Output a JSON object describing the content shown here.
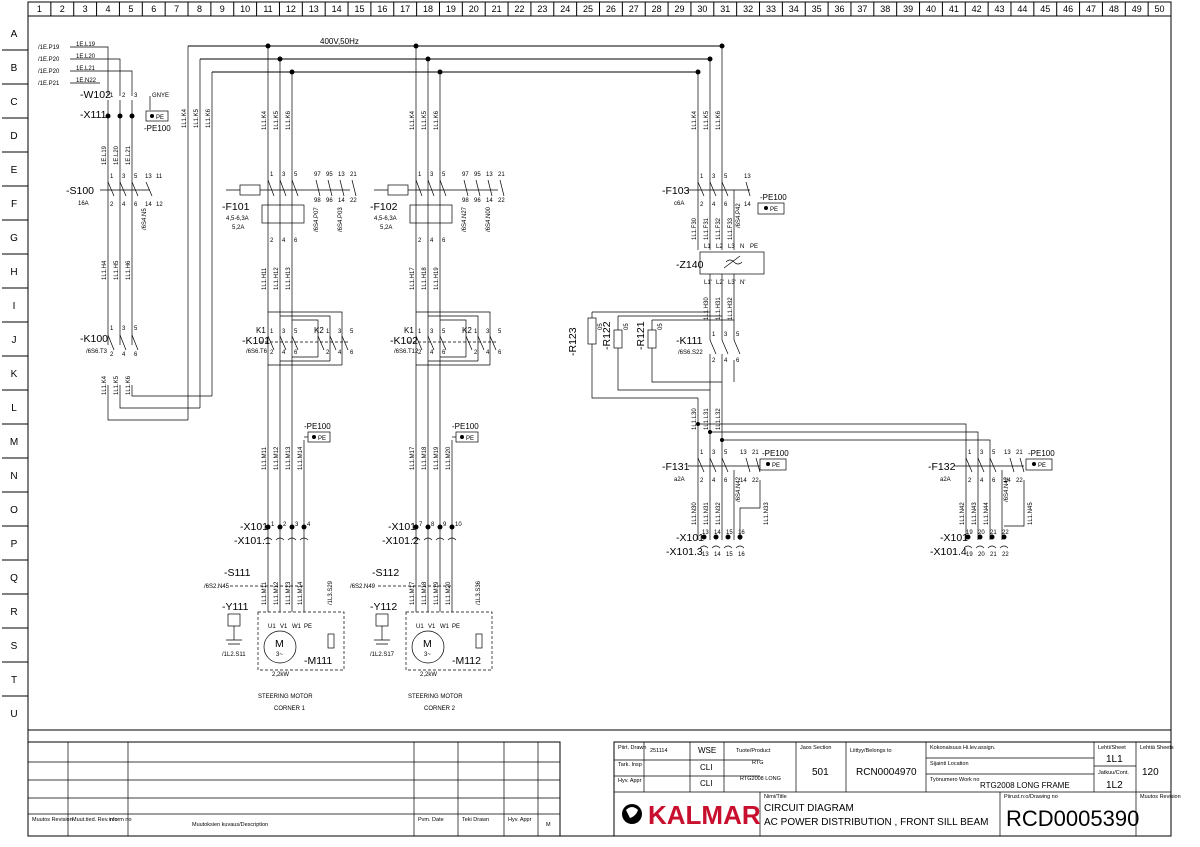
{
  "columns": [
    "1",
    "2",
    "3",
    "4",
    "5",
    "6",
    "7",
    "8",
    "9",
    "10",
    "11",
    "12",
    "13",
    "14",
    "15",
    "16",
    "17",
    "18",
    "19",
    "20",
    "21",
    "22",
    "23",
    "24",
    "25",
    "26",
    "27",
    "28",
    "29",
    "30",
    "31",
    "32",
    "33",
    "34",
    "35",
    "36",
    "37",
    "38",
    "39",
    "40",
    "41",
    "42",
    "43",
    "44",
    "45",
    "46",
    "47",
    "48",
    "49",
    "50"
  ],
  "rows": [
    "A",
    "B",
    "C",
    "D",
    "E",
    "F",
    "G",
    "H",
    "I",
    "J",
    "K",
    "L",
    "M",
    "N",
    "O",
    "P",
    "Q",
    "R",
    "S",
    "T",
    "U"
  ],
  "supply": {
    "voltage": "400V,50Hz",
    "refs": [
      "/1E.P19",
      "/1E.P20",
      "/1E.P20",
      "/1E.P21"
    ],
    "wires": [
      "1E.L19",
      "1E.L20",
      "1E.L21",
      "1E.N22"
    ],
    "w102": "-W102",
    "w102_cores": [
      "1",
      "2",
      "3"
    ],
    "w102_gnye": "GNYE",
    "x111": "-X111",
    "pe100": "-PE100",
    "pe": "PE",
    "col_wires": [
      "1E.L19",
      "1E.L20",
      "1E.L21"
    ],
    "bus_wires": [
      "1L1.K4",
      "1L1.K5",
      "1L1.K6"
    ]
  },
  "s100": {
    "tag": "-S100",
    "rating": "16A",
    "ref": "/6S4.N5",
    "top": [
      "1",
      "3",
      "5",
      "13"
    ],
    "bot": [
      "2",
      "4",
      "6",
      "14"
    ],
    "aux": [
      "11",
      "12"
    ],
    "wires": [
      "1L1.H4",
      "1L1.H5",
      "1L1.H6"
    ]
  },
  "k100": {
    "tag": "-K100",
    "ref": "/6S6.T3",
    "top": [
      "1",
      "3",
      "5"
    ],
    "bot": [
      "2",
      "4",
      "6"
    ],
    "wires": [
      "1L1.K4",
      "1L1.K5",
      "1L1.K6"
    ]
  },
  "corners": [
    {
      "f_tag": "-F101",
      "f_range": "4,5-6,3A",
      "f_set": "5,2A",
      "f_refs": [
        "/6S4.P07",
        "/6S4.P03"
      ],
      "f_top": [
        "1",
        "3",
        "5",
        "97",
        "95",
        "13",
        "21"
      ],
      "f_bot": [
        "2",
        "4",
        "6",
        "98",
        "96",
        "14",
        "22"
      ],
      "in_wires": [
        "1L1.K4",
        "1L1.K5",
        "1L1.K6"
      ],
      "mid_wires": [
        "1L1.H11",
        "1L1.H12",
        "1L1.H13"
      ],
      "k_tag": "-K101",
      "k_ref": "/6S6.T6",
      "k1": "K1",
      "k2": "K2",
      "k_pins": [
        "1",
        "3",
        "5",
        "1",
        "3",
        "5"
      ],
      "k_pins_b": [
        "2",
        "4",
        "6",
        "2",
        "4",
        "6"
      ],
      "pe_tag": "-PE100",
      "pe": "PE",
      "m_wires": [
        "1L1.M11",
        "1L1.M12",
        "1L1.M13",
        "1L1.M14"
      ],
      "x_tag": "-X101",
      "x_tag2": "-X101.1",
      "x_pins": [
        "1",
        "2",
        "3",
        "4"
      ],
      "s_tag": "-S111",
      "s_ref": "/6S2.N45",
      "s_wires": [
        "1L1.M11",
        "1L1.M12",
        "1L1.M13",
        "1L1.M14"
      ],
      "s_ref2": "/1L3.S29",
      "y_tag": "-Y111",
      "y_ref": "/1L2.S11",
      "motor_pins": [
        "U1",
        "V1",
        "W1",
        "PE"
      ],
      "motor_tag": "-M111",
      "motor_power": "2,2kW",
      "motor_m": "M",
      "motor_phase": "3~",
      "caption1": "STEERING MOTOR",
      "caption2": "CORNER 1"
    },
    {
      "f_tag": "-F102",
      "f_range": "4,5-6,3A",
      "f_set": "5,2A",
      "f_refs": [
        "/6S4.N27",
        "/6S4.N00"
      ],
      "f_top": [
        "1",
        "3",
        "5",
        "97",
        "95",
        "13",
        "21"
      ],
      "f_bot": [
        "2",
        "4",
        "6",
        "98",
        "96",
        "14",
        "22"
      ],
      "in_wires": [
        "1L1.K4",
        "1L1.K5",
        "1L1.K6"
      ],
      "mid_wires": [
        "1L1.H17",
        "1L1.H18",
        "1L1.H19"
      ],
      "k_tag": "-K102",
      "k_ref": "/6S6.T12",
      "k1": "K1",
      "k2": "K2",
      "k_pins": [
        "1",
        "3",
        "5",
        "1",
        "3",
        "5"
      ],
      "k_pins_b": [
        "2",
        "4",
        "6",
        "2",
        "4",
        "6"
      ],
      "pe_tag": "-PE100",
      "pe": "PE",
      "m_wires": [
        "1L1.M17",
        "1L1.M18",
        "1L1.M19",
        "1L1.M20"
      ],
      "x_tag": "-X101",
      "x_tag2": "-X101.2",
      "x_pins": [
        "7",
        "8",
        "9",
        "10"
      ],
      "s_tag": "-S112",
      "s_ref": "/6S2.N49",
      "s_wires": [
        "1L1.M17",
        "1L1.M18",
        "1L1.M19",
        "1L1.M20"
      ],
      "s_ref2": "/1L3.S36",
      "y_tag": "-Y112",
      "y_ref": "/1L2.S17",
      "motor_pins": [
        "U1",
        "V1",
        "W1",
        "PE"
      ],
      "motor_tag": "-M112",
      "motor_power": "2,2kW",
      "motor_m": "M",
      "motor_phase": "3~",
      "caption1": "STEERING MOTOR",
      "caption2": "CORNER 2"
    }
  ],
  "right": {
    "in_wires": [
      "1L1.K4",
      "1L1.K5",
      "1L1.K6"
    ],
    "f103": "-F103",
    "f103_rating": "c6A",
    "f103_ref": "/6S4.P42",
    "f103_top": [
      "1",
      "3",
      "5",
      "13"
    ],
    "f103_bot": [
      "2",
      "4",
      "6",
      "14"
    ],
    "f103_wires": [
      "1L1.F30",
      "1L1.F31",
      "1L1.F32",
      "1L1.F33"
    ],
    "pe100": "-PE100",
    "pe": "PE",
    "z140": "-Z140",
    "z140_in": [
      "L1",
      "L2",
      "L3",
      "N",
      "PE"
    ],
    "z140_out": [
      "L1'",
      "L2'",
      "L3'",
      "N'"
    ],
    "z_wires": [
      "1L1.H30",
      "1L1.H31",
      "1L1.H32"
    ],
    "r123": "-R123",
    "r122": "-R122",
    "r121": "-R121",
    "r_pins": [
      "05",
      "05",
      "05"
    ],
    "k111": "-K111",
    "k111_ref": "/6S6.S22",
    "k111_top": [
      "1",
      "3",
      "5"
    ],
    "k111_bot": [
      "2",
      "4",
      "6"
    ],
    "l_wires": [
      "1L1.L30",
      "1L1.L31",
      "1L1.L32"
    ],
    "f131": "-F131",
    "f131_rating": "a2A",
    "f131_ref": "/6S4.N42",
    "f131_top": [
      "1",
      "3",
      "5",
      "13",
      "21"
    ],
    "f131_bot": [
      "2",
      "4",
      "6",
      "14",
      "22"
    ],
    "n_wires_1": [
      "1L1.N30",
      "1L1.N31",
      "1L1.N32",
      "1L1.N33"
    ],
    "x101_a": "-X101",
    "x101_a2": "-X101.3",
    "x101_a_pins": [
      "13",
      "14",
      "15",
      "16"
    ],
    "x101_a_pins_b": [
      "13",
      "14",
      "15",
      "16"
    ],
    "f132": "-F132",
    "f132_rating": "a2A",
    "f132_ref": "/6S4.N42",
    "f132_top": [
      "1",
      "3",
      "5",
      "13",
      "21"
    ],
    "f132_bot": [
      "2",
      "4",
      "6",
      "14",
      "22"
    ],
    "n_wires_2": [
      "1L1.N42",
      "1L1.N43",
      "1L1.N44",
      "1L1.N45"
    ],
    "x101_b": "-X101",
    "x101_b2": "-X101.4",
    "x101_b_pins": [
      "19",
      "20",
      "21",
      "22"
    ],
    "x101_b_pins_b": [
      "19",
      "20",
      "21",
      "22"
    ]
  },
  "title_block": {
    "rev_headers": [
      "Muutos Revision",
      "Muut.tied. Rev.inform no",
      "n:o",
      "Muutoksien kuvaus/Description",
      "Pvm. Date",
      "Teki Drawn",
      "Hyv. Appr",
      "M"
    ],
    "pirt": "Piirt. Drawn",
    "pirt_date": "251114",
    "pirt_name": "WSE",
    "tark": "Tark. Insp",
    "tark_name": "CLI",
    "hyv": "Hyv. Appr",
    "hyv_name": "CLI",
    "tuote_label": "Tuote/Product",
    "tuote": "RTG",
    "tuote2": "RTG2008 LONG",
    "jaos_label": "Jaos Section",
    "jaos": "501",
    "liittyy_label": "Liittyy/Belongs to",
    "liittyy": "RCN0004970",
    "kokonais_label": "Kokonaisuus Hi.lev.assign.",
    "sijainti_label": "Sijainti Location",
    "tyonumero_label": "Työnumero Work no",
    "tyonumero": "RTG2008 LONG FRAME",
    "lehti_label": "Lehti/Sheet",
    "lehti": "1L1",
    "jatkuu_label": "Jatkuu/Cont.",
    "jatkuu": "1L2",
    "lehtia_label": "Lehtiä Sheets",
    "lehtia": "120",
    "nimi_label": "Nimi/Title",
    "title1": "CIRCUIT DIAGRAM",
    "title2": "AC POWER DISTRIBUTION , FRONT SILL BEAM",
    "piirust_label": "Piirust.n:o/Drawing no",
    "drawing_no": "RCD0005390",
    "muutos_label": "Muutos Revision",
    "logo": "KALMAR"
  }
}
